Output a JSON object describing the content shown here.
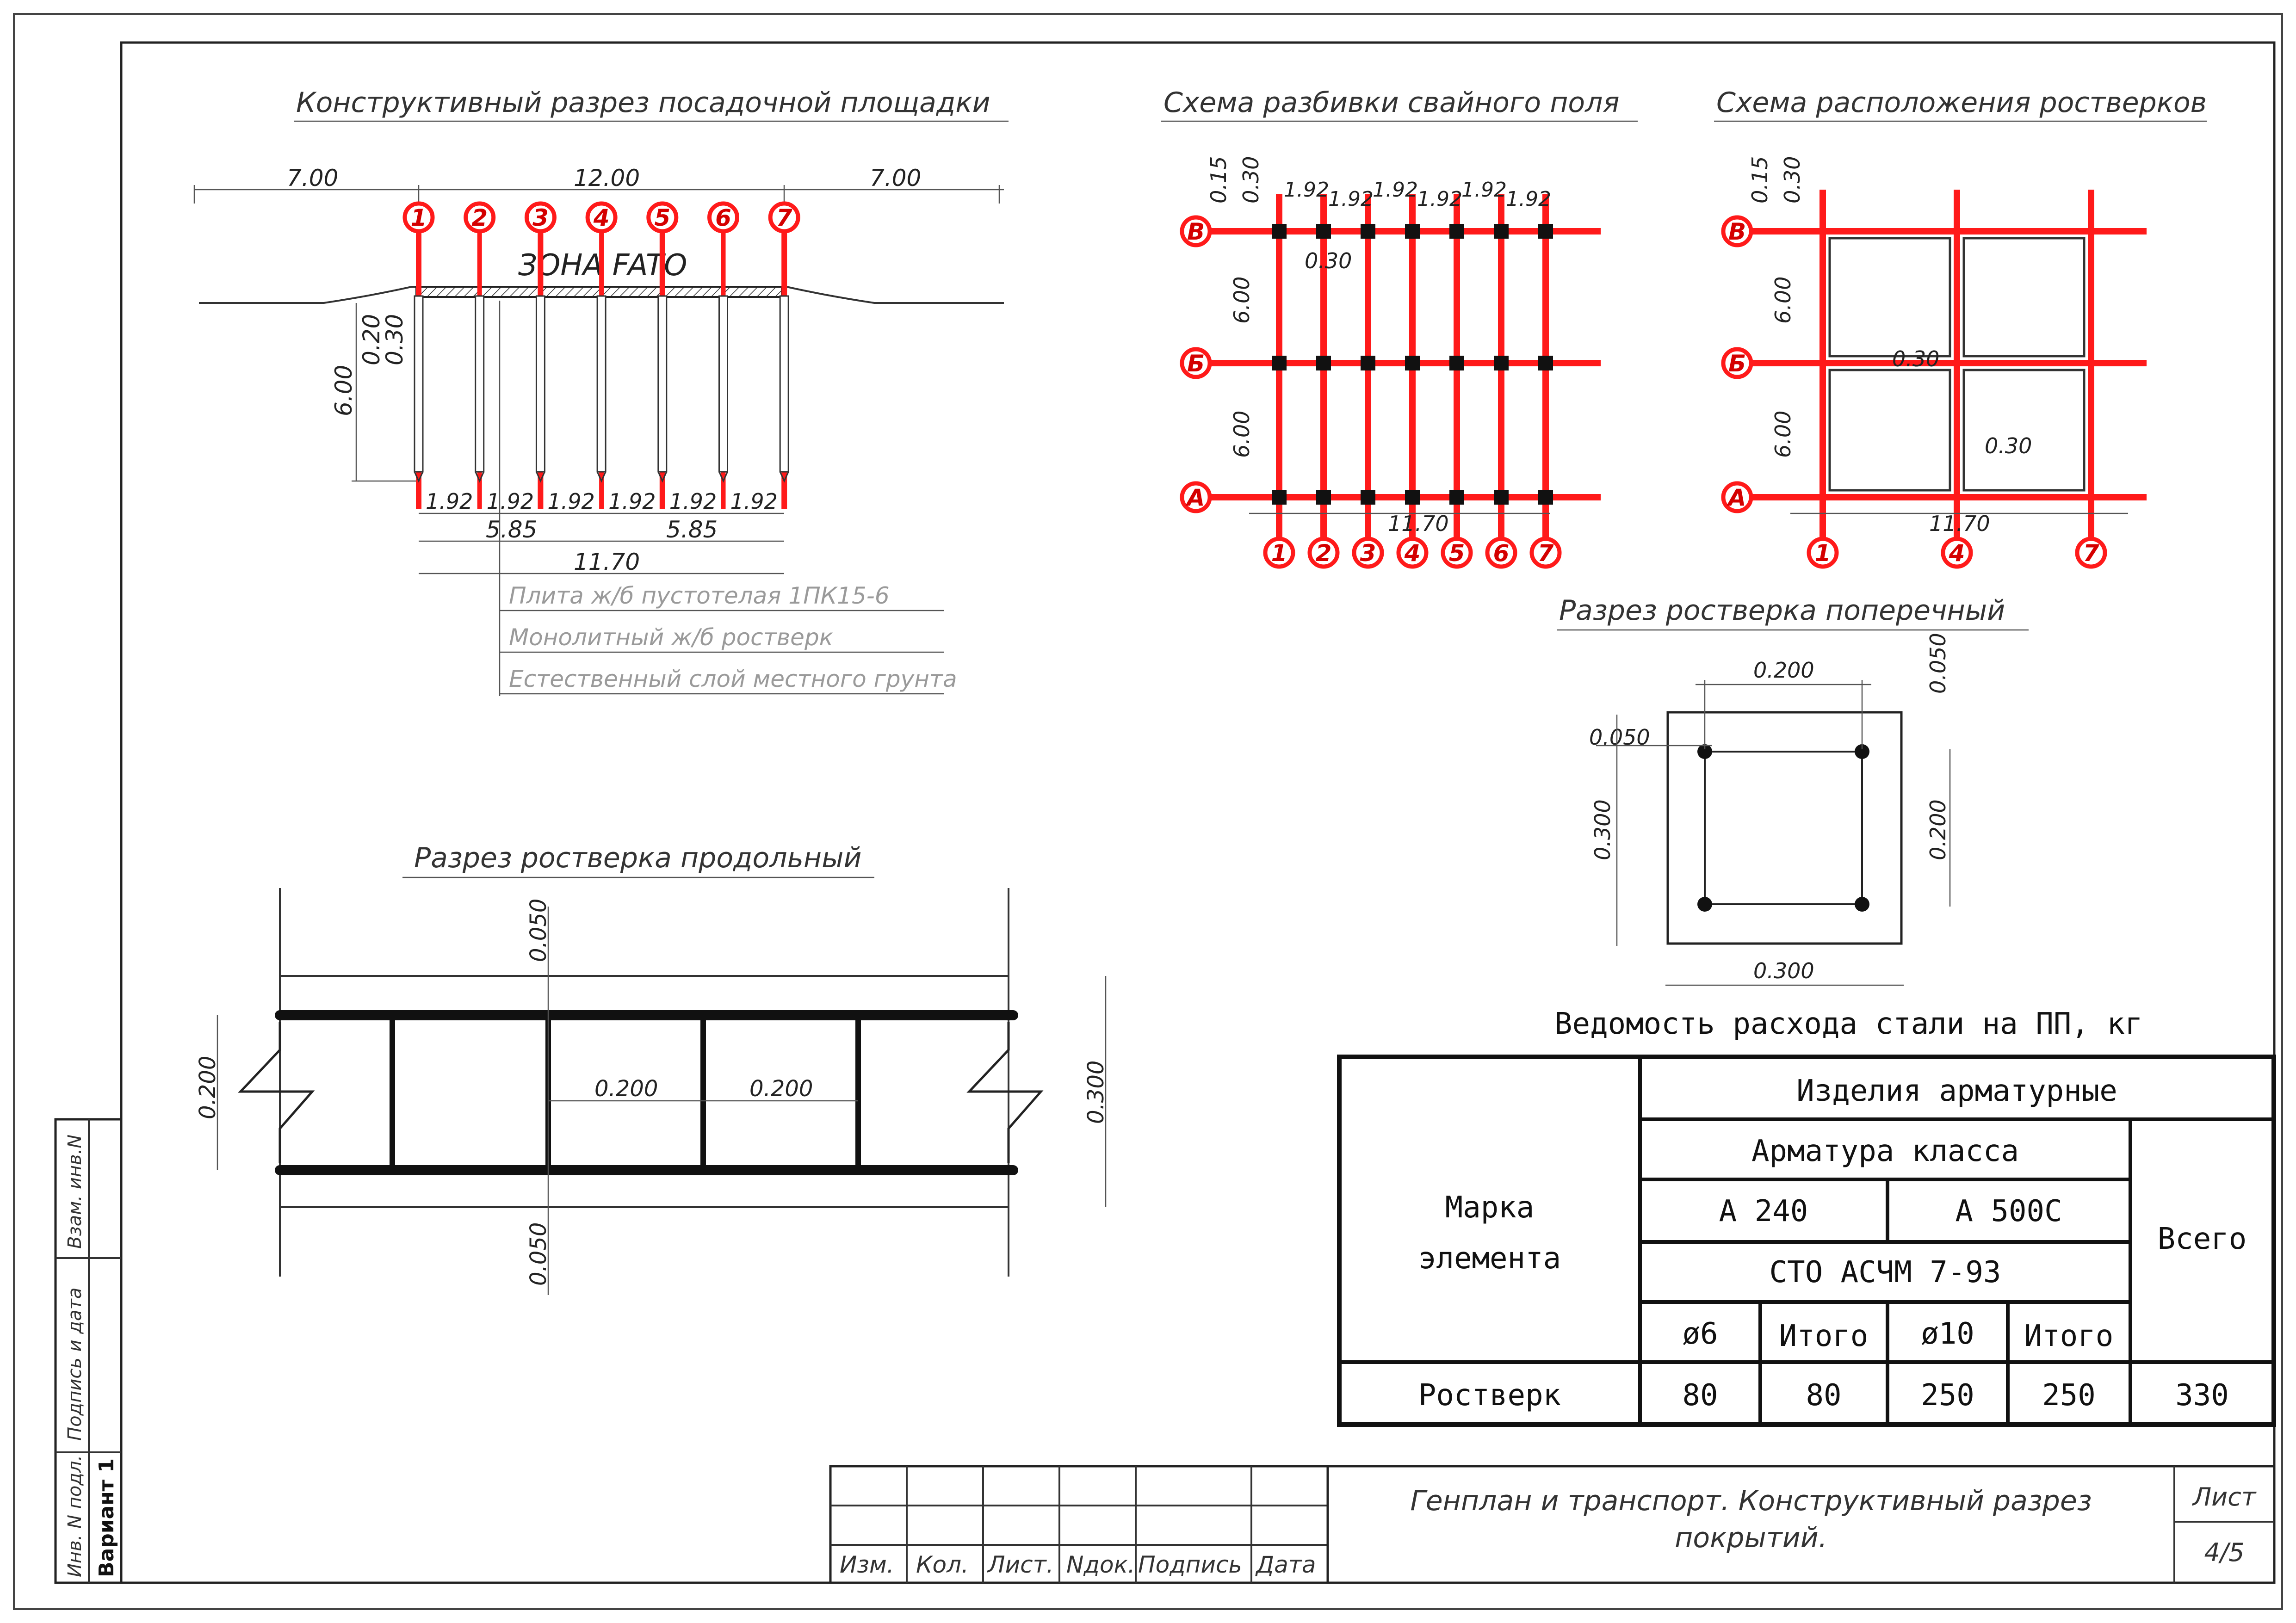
{
  "titles": {
    "section": "Конструктивный разрез посадочной площадки",
    "pile_scheme": "Схема разбивки свайного поля",
    "grillage_scheme": "Схема расположения ростверков",
    "cross_section": "Разрез ростверка поперечный",
    "long_section": "Разрез ростверка продольный",
    "steel_table": "Ведомость расхода стали на ПП, кг"
  },
  "section": {
    "dim_left": "7.00",
    "dim_mid": "12.00",
    "dim_right": "7.00",
    "zone": "ЗОНА FATO",
    "dim_depth": "6.00",
    "dim_020": "0.20",
    "dim_030": "0.30",
    "axes": [
      "1",
      "2",
      "3",
      "4",
      "5",
      "6",
      "7"
    ],
    "spacings": [
      "1.92",
      "1.92",
      "1.92",
      "1.92",
      "1.92",
      "1.92"
    ],
    "half_left": "5.85",
    "half_right": "5.85",
    "total": "11.70",
    "legend": [
      "Плита ж/б пустотелая 1ПК15-6",
      "Монолитный ж/б ростверк",
      "Естественный слой местного грунта"
    ]
  },
  "pile_scheme": {
    "rows": [
      "В",
      "Б",
      "А"
    ],
    "cols": [
      "1",
      "2",
      "3",
      "4",
      "5",
      "6",
      "7"
    ],
    "dim_015": "0.15",
    "dim_030": "0.30",
    "dim_030b": "0.30",
    "top_spacings": [
      "1.92",
      "1.92",
      "1.92",
      "1.92",
      "1.92",
      "1.92"
    ],
    "row_dims": [
      "6.00",
      "6.00"
    ],
    "total": "11.70"
  },
  "grillage_scheme": {
    "rows": [
      "В",
      "Б",
      "А"
    ],
    "cols": [
      "1",
      "4",
      "7"
    ],
    "dim_015": "0.15",
    "dim_030": "0.30",
    "row_dims": [
      "6.00",
      "6.00"
    ],
    "inner_a": "0.30",
    "inner_b": "0.30",
    "total": "11.70"
  },
  "cross_section": {
    "top": "0.200",
    "right_top": "0.050",
    "left_top": "0.050",
    "left": "0.300",
    "right": "0.200",
    "bottom": "0.300"
  },
  "long_section": {
    "top": "0.050",
    "left": "0.200",
    "mid1": "0.200",
    "mid2": "0.200",
    "right": "0.300",
    "bottom": "0.050"
  },
  "steel_table": {
    "h_marka": "Марка\nэлемента",
    "h_izd": "Изделия арматурные",
    "h_klass": "Арматура класса",
    "h_a240": "А 240",
    "h_a500": "А 500С",
    "h_sto": "СТО АСЧМ 7-93",
    "h_vsego": "Всего",
    "sub": [
      "ø6",
      "Итого",
      "ø10",
      "Итого"
    ],
    "row": {
      "name": "Ростверк",
      "values": [
        "80",
        "80",
        "250",
        "250",
        "330"
      ]
    }
  },
  "stamp": {
    "headers": [
      "Изм.",
      "Кол.",
      "Лист.",
      "Nдок.",
      "Подпись",
      "Дата"
    ],
    "title_line1": "Генплан и транспорт. Конструктивный разрез",
    "title_line2": "покрытий.",
    "sheet_label": "Лист",
    "sheet_value": "4/5"
  },
  "side_stamp": {
    "inv_podl": "Инв. N подл.",
    "variant": "Вариант 1",
    "podpis": "Подпись и дата",
    "vzam": "Взам. инв.N"
  }
}
